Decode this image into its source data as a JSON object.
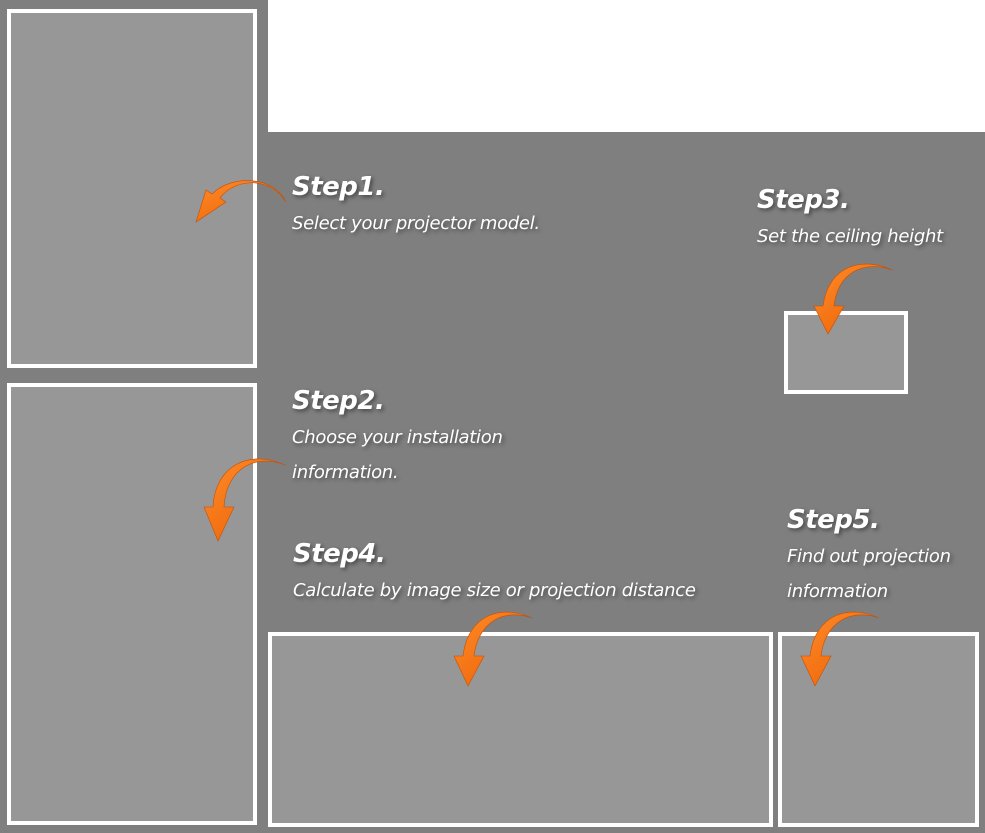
{
  "steps": [
    {
      "title": "Step1.",
      "desc": [
        "Select your projector model."
      ]
    },
    {
      "title": "Step2.",
      "desc": [
        "Choose your installation",
        "information."
      ]
    },
    {
      "title": "Step3.",
      "desc": [
        "Set the ceiling height"
      ]
    },
    {
      "title": "Step4.",
      "desc": [
        "Calculate by image size or projection distance"
      ]
    },
    {
      "title": "Step5.",
      "desc": [
        "Find out projection",
        "information"
      ]
    }
  ],
  "colors": {
    "overlay": "#7f7f7f",
    "panel": "#979797",
    "border": "#ffffff",
    "arrow": "#ff6a00"
  }
}
